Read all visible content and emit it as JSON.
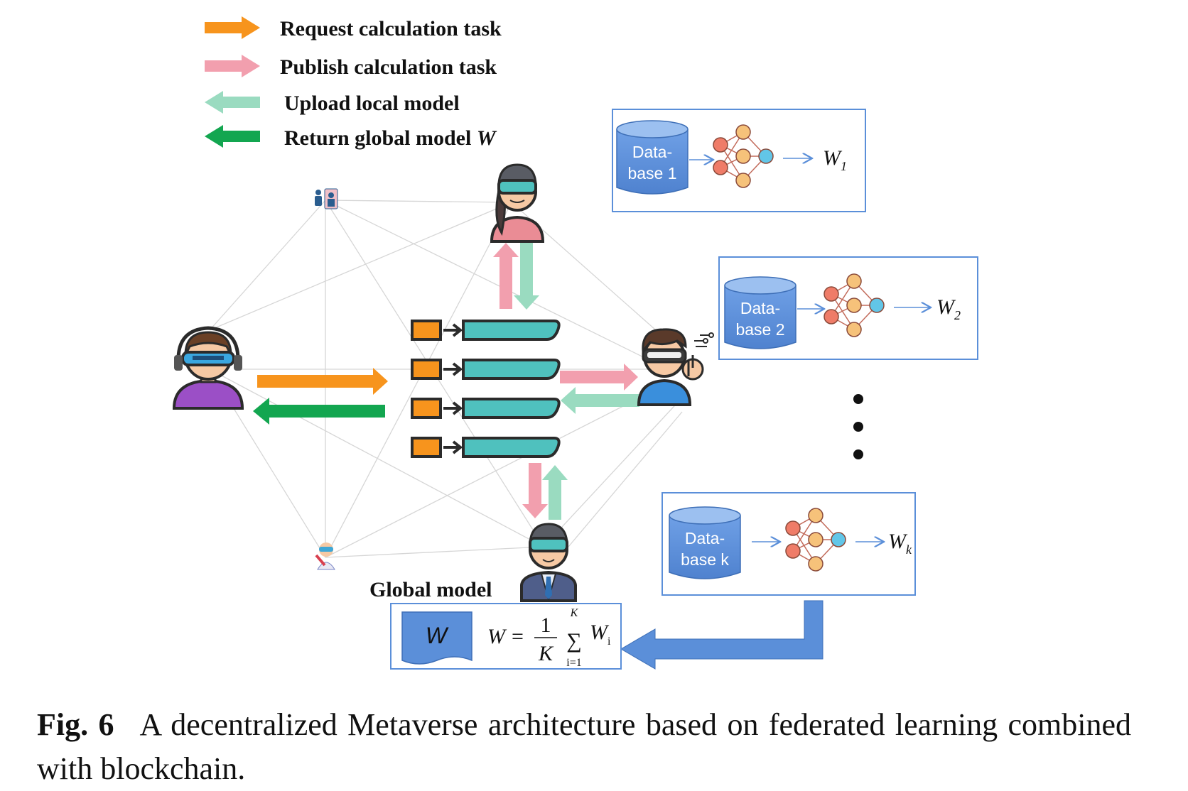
{
  "legend": [
    {
      "label": "Request calculation task",
      "color": "#f7941d",
      "direction": "right"
    },
    {
      "label": "Publish calculation task",
      "color": "#f29fae",
      "direction": "right"
    },
    {
      "label": "Upload local model",
      "color": "#9adbc0",
      "direction": "left"
    },
    {
      "label": "Return global model ",
      "label_var": "W",
      "color": "#13a650",
      "direction": "left"
    }
  ],
  "databases": [
    {
      "line1": "Data-",
      "line2": "base 1",
      "output_var": "W",
      "output_sub": "1"
    },
    {
      "line1": "Data-",
      "line2": "base 2",
      "output_var": "W",
      "output_sub": "2"
    },
    {
      "line1": "Data-",
      "line2": "base k",
      "output_var": "W",
      "output_sub": "k"
    }
  ],
  "global_model": {
    "title": "Global model",
    "doc_label": "W",
    "formula": {
      "lhs": "W",
      "eq": "=",
      "numerator": "1",
      "denominator": "K",
      "sigma": "∑",
      "upper": "K",
      "lower": "i=1",
      "term": "W",
      "term_sub": "i"
    }
  },
  "caption": {
    "label": "Fig. 6",
    "text": "A decentralized Metaverse architecture based on federated learning combined with blockchain."
  },
  "colors": {
    "request": "#f7941d",
    "publish": "#f29fae",
    "upload": "#9adbc0",
    "return": "#13a650",
    "database": "#5b8fd9",
    "box_border": "#5b8fd9",
    "block_head": "#f7941d",
    "block_body": "#4fc1be"
  },
  "icons": [
    "vr-user-icon",
    "blockchain-icon",
    "neural-network-icon",
    "database-icon",
    "document-icon"
  ]
}
